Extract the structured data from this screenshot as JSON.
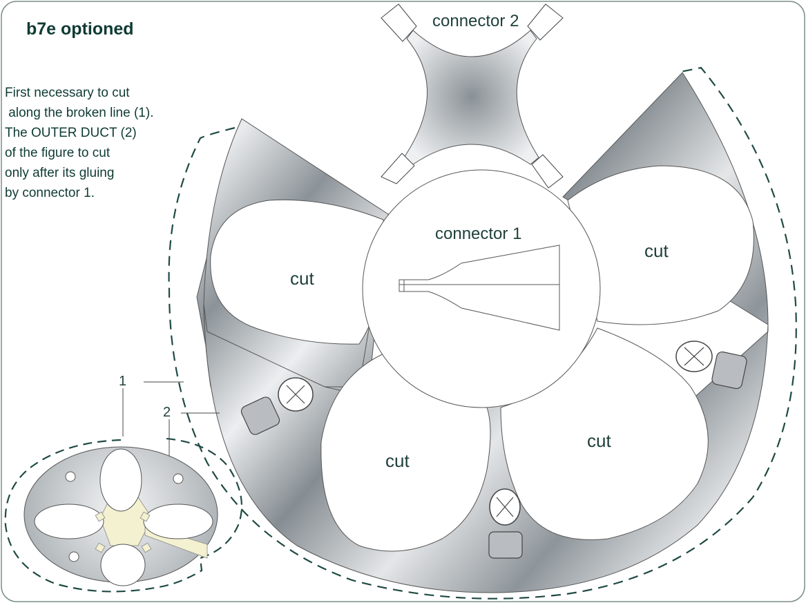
{
  "title": "b7e optioned",
  "instructions": [
    "First necessary to cut",
    " along the broken line (1).",
    "The OUTER DUCT (2)",
    "of the figure to cut",
    "only after its gluing",
    "by connector 1."
  ],
  "labels": {
    "connector2": "connector 2",
    "connector1": "connector 1",
    "cut": [
      "cut",
      "cut",
      "cut",
      "cut"
    ],
    "callout1": "1",
    "callout2": "2"
  },
  "colors": {
    "frame": "#7a8d88",
    "text": "#0f3b33",
    "dash": "#1f4a44",
    "gray_dark": "#838b90",
    "gray_light": "#e9ebed",
    "tab_fill": "#b9bdc1",
    "inset_fill": "#f3f1d0"
  }
}
